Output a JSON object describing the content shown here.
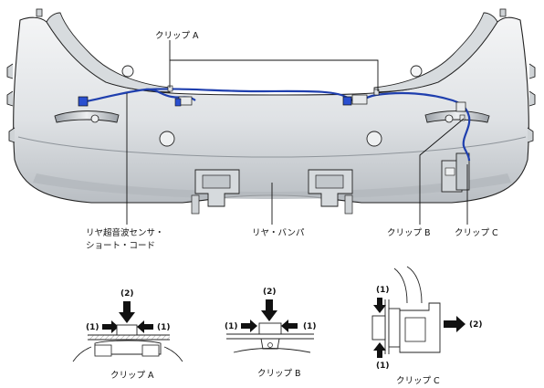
{
  "labels": {
    "clip_a": "クリップ A",
    "sensor_cord_line1": "リヤ超音波センサ・",
    "sensor_cord_line2": "ショート・コード",
    "rear_bumper": "リヤ・バンパ",
    "clip_b": "クリップ B",
    "clip_c": "クリップ C"
  },
  "details": {
    "clip_a": {
      "caption": "クリップ A",
      "press": "(2)",
      "squeeze_left": "(1)",
      "squeeze_right": "(1)"
    },
    "clip_b": {
      "caption": "クリップ B",
      "press": "(2)",
      "squeeze_left": "(1)",
      "squeeze_right": "(1)"
    },
    "clip_c": {
      "caption": "クリップ C",
      "squeeze_top": "(1)",
      "squeeze_bottom": "(1)",
      "pull": "(2)"
    }
  },
  "colors": {
    "wire": "#1f3fae",
    "bumper_fill": "#e6e8ea",
    "bumper_shade": "#c9cdd1",
    "line": "#222222"
  }
}
